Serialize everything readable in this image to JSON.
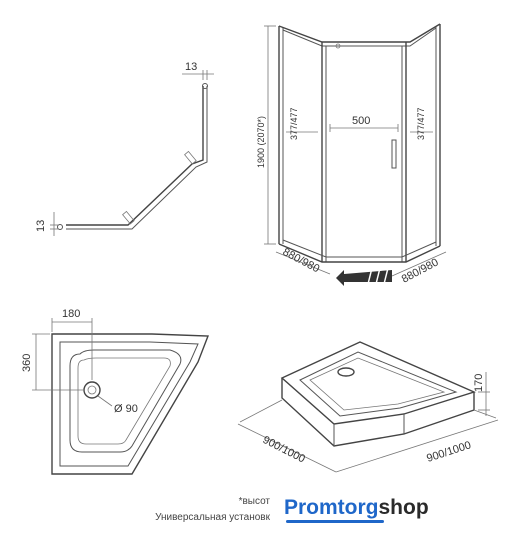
{
  "profile": {
    "dim_top": "13",
    "dim_left": "13"
  },
  "enclosure": {
    "width_label": "500",
    "height_label": "1900 (2070*)",
    "side_left": "377/477",
    "side_right": "377/477",
    "base_left": "880/980",
    "base_right": "880/980"
  },
  "tray_top": {
    "dim_width": "180",
    "dim_height": "360",
    "drain": "Ø 90"
  },
  "tray_iso": {
    "height": "170",
    "base_left": "900/1000",
    "base_right": "900/1000"
  },
  "footnote": {
    "line1": "*высот",
    "line2": "Универсальная установк"
  },
  "logo": {
    "part1": "Promtorg",
    "part2": "shop"
  },
  "colors": {
    "logo_blue": "#1f67c9",
    "arrow": "#333333"
  }
}
